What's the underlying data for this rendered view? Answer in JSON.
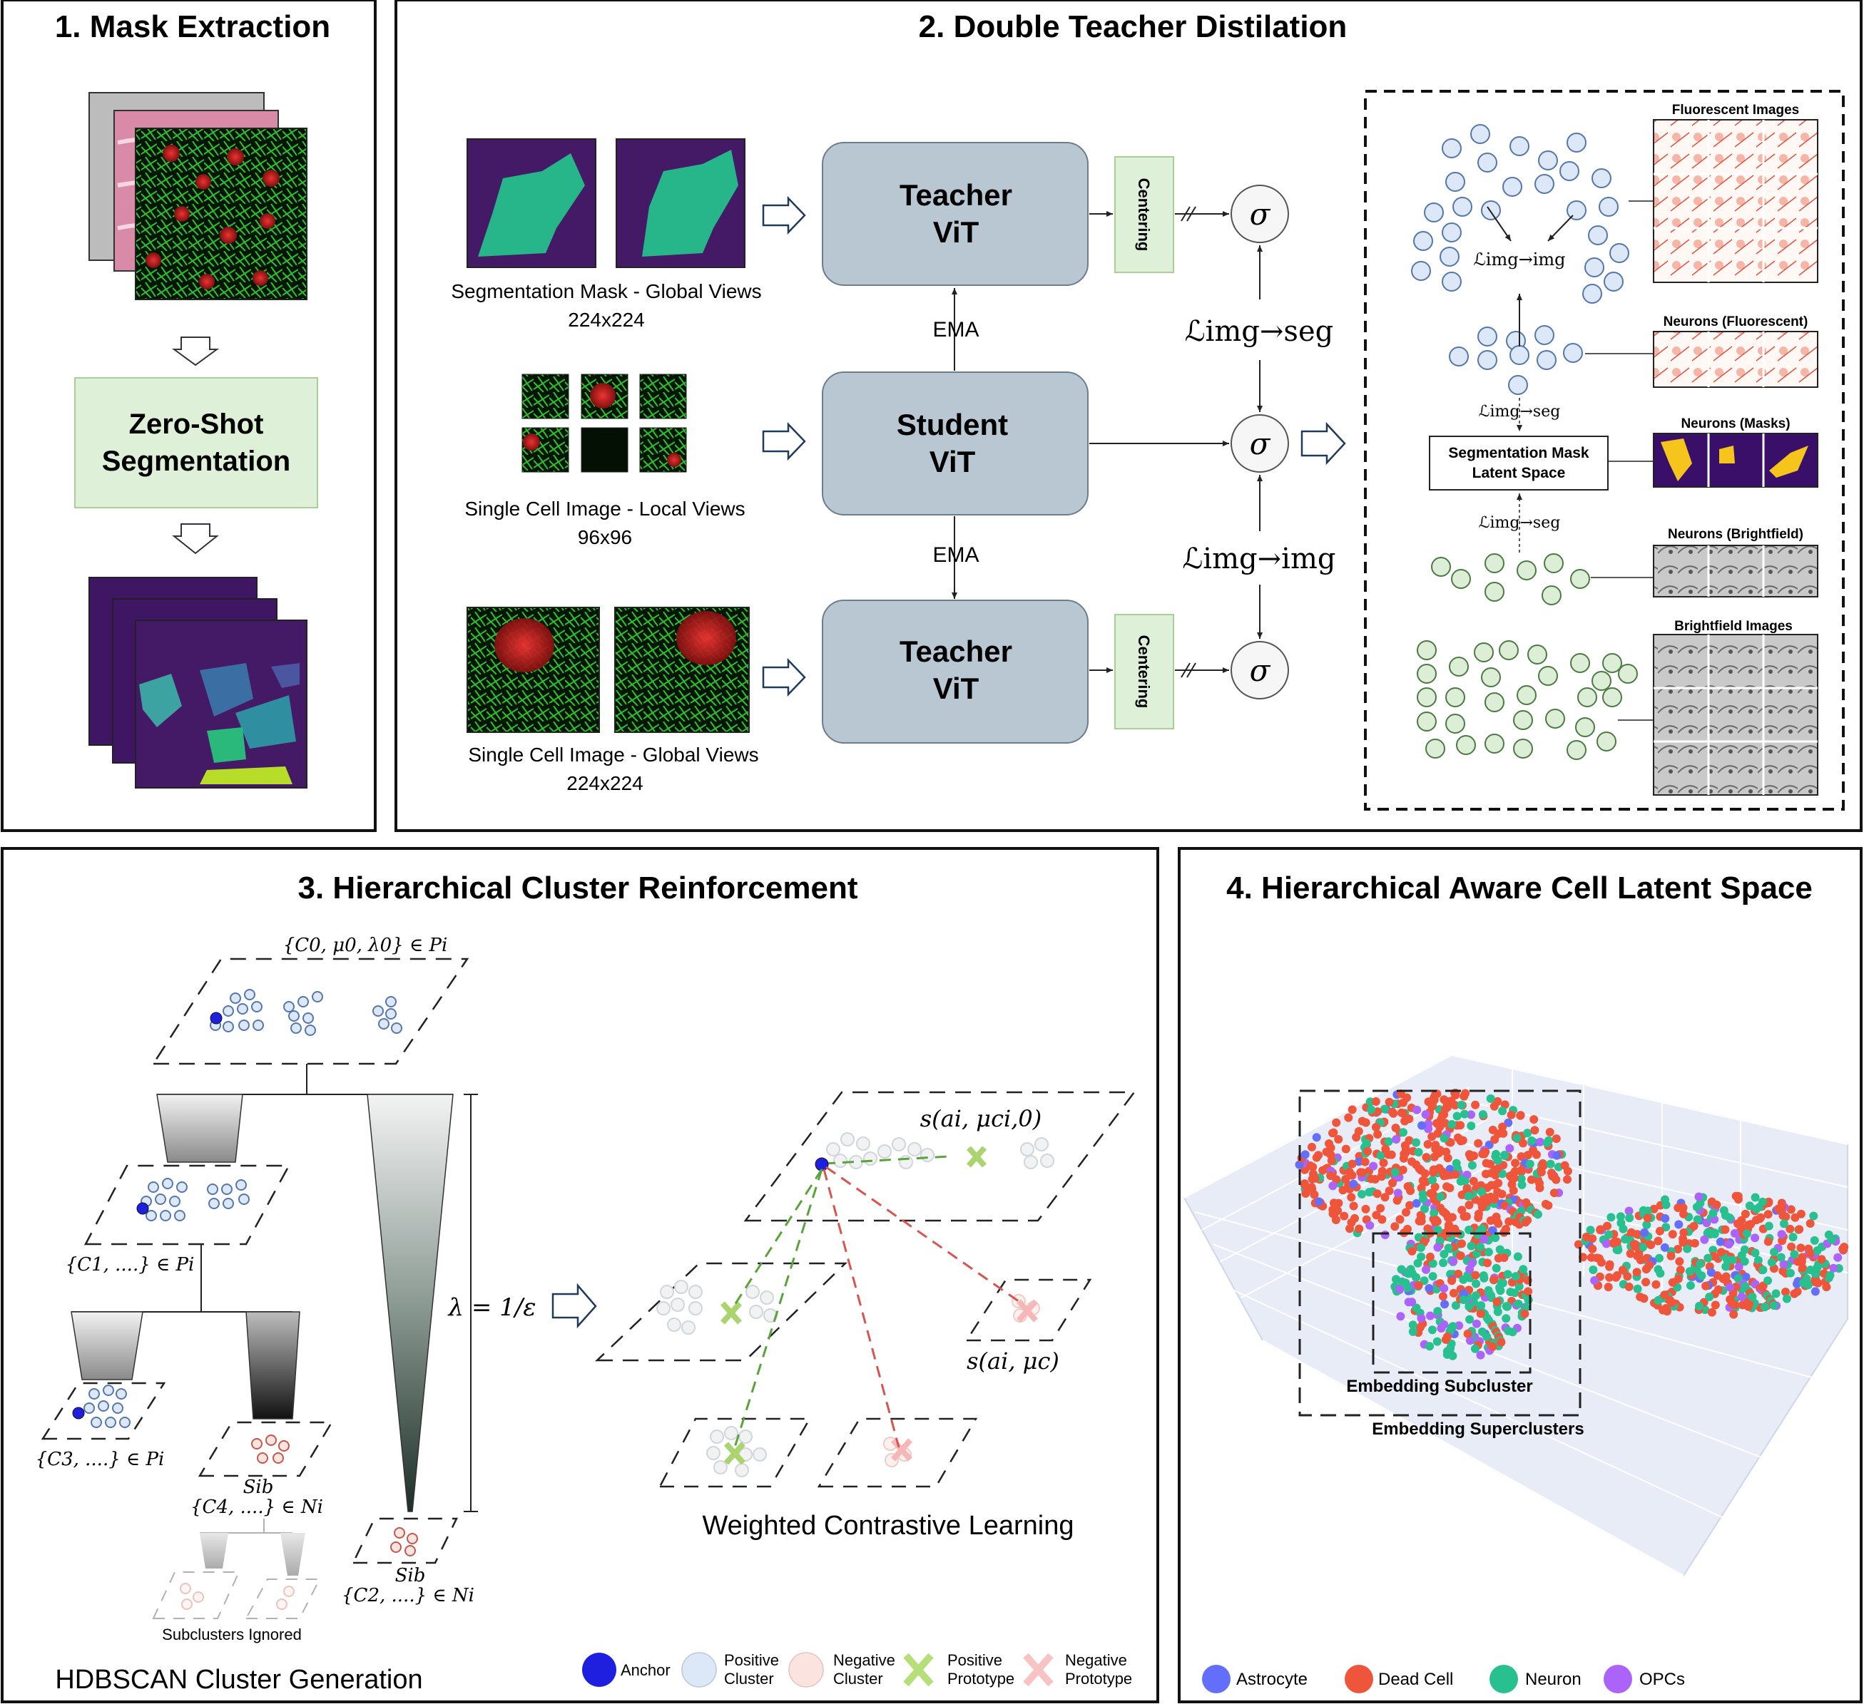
{
  "panels": {
    "p1": {
      "title": "1. Mask Extraction",
      "zero_shot": [
        "Zero-Shot",
        "Segmentation"
      ]
    },
    "p2": {
      "title": "2. Double Teacher Distilation",
      "seg_caption": [
        "Segmentation Mask - Global Views",
        "224x224"
      ],
      "local_caption": [
        "Single Cell Image - Local Views",
        "96x96"
      ],
      "global_caption": [
        "Single Cell Image - Global Views",
        "224x224"
      ],
      "teacher_top": [
        "Teacher",
        "ViT"
      ],
      "student": [
        "Student",
        "ViT"
      ],
      "teacher_bottom": [
        "Teacher",
        "ViT"
      ],
      "ema": "EMA",
      "centering": "Centering",
      "sigma": "σ",
      "loss_img_seg": "ℒimg→seg",
      "loss_img_img": "ℒimg→img",
      "inset": {
        "fluorescent_images": "Fluorescent Images",
        "neurons_fluorescent": "Neurons (Fluorescent)",
        "neurons_masks": "Neurons (Masks)",
        "neurons_brightfield": "Neurons (Brightfield)",
        "brightfield_images": "Brightfield Images",
        "seg_latent": [
          "Segmentation Mask",
          "Latent Space"
        ],
        "loss_img_img": "ℒimg→img",
        "loss_img_seg": "ℒimg→seg"
      }
    },
    "p3": {
      "title": "3. Hierarchical Cluster Reinforcement",
      "c0": "{C0, μ0, λ0} ∈ Pi",
      "c1": "{C1, ....} ∈ Pi",
      "c3": "{C3, ....} ∈ Pi",
      "sib": "Sib",
      "c4": "{C4, ....} ∈ Ni",
      "c2": "{C2, ....} ∈ Ni",
      "lambda": "λ = 1/ε",
      "subclusters_ignored": "Subclusters Ignored",
      "hdbscan": "HDBSCAN Cluster Generation",
      "s_top": "s(ai, μci,0)",
      "s_right": "s(ai, μc)",
      "weighted": "Weighted Contrastive Learning",
      "legend": [
        {
          "label": [
            "Anchor"
          ],
          "color": "#1f1fe0",
          "icon": "anchor-dot"
        },
        {
          "label": [
            "Positive",
            "Cluster"
          ],
          "color": "#dce8f7",
          "icon": "positive-cluster-dot"
        },
        {
          "label": [
            "Negative",
            "Cluster"
          ],
          "color": "#fbe3df",
          "icon": "negative-cluster-dot"
        },
        {
          "label": [
            "Positive",
            "Prototype"
          ],
          "color": "#b6df7a",
          "icon": "positive-prototype-x"
        },
        {
          "label": [
            "Negative",
            "Prototype"
          ],
          "color": "#f7c3c3",
          "icon": "negative-prototype-x"
        }
      ]
    },
    "p4": {
      "title": "4. Hierarchical Aware Cell Latent Space",
      "subcluster": "Embedding Subcluster",
      "superclusters": "Embedding Superclusters",
      "legend": [
        {
          "label": "Astrocyte",
          "color": "#636efa"
        },
        {
          "label": "Dead Cell",
          "color": "#ef553b"
        },
        {
          "label": "Neuron",
          "color": "#27c08e"
        },
        {
          "label": "OPCs",
          "color": "#ab63fa"
        }
      ]
    }
  }
}
